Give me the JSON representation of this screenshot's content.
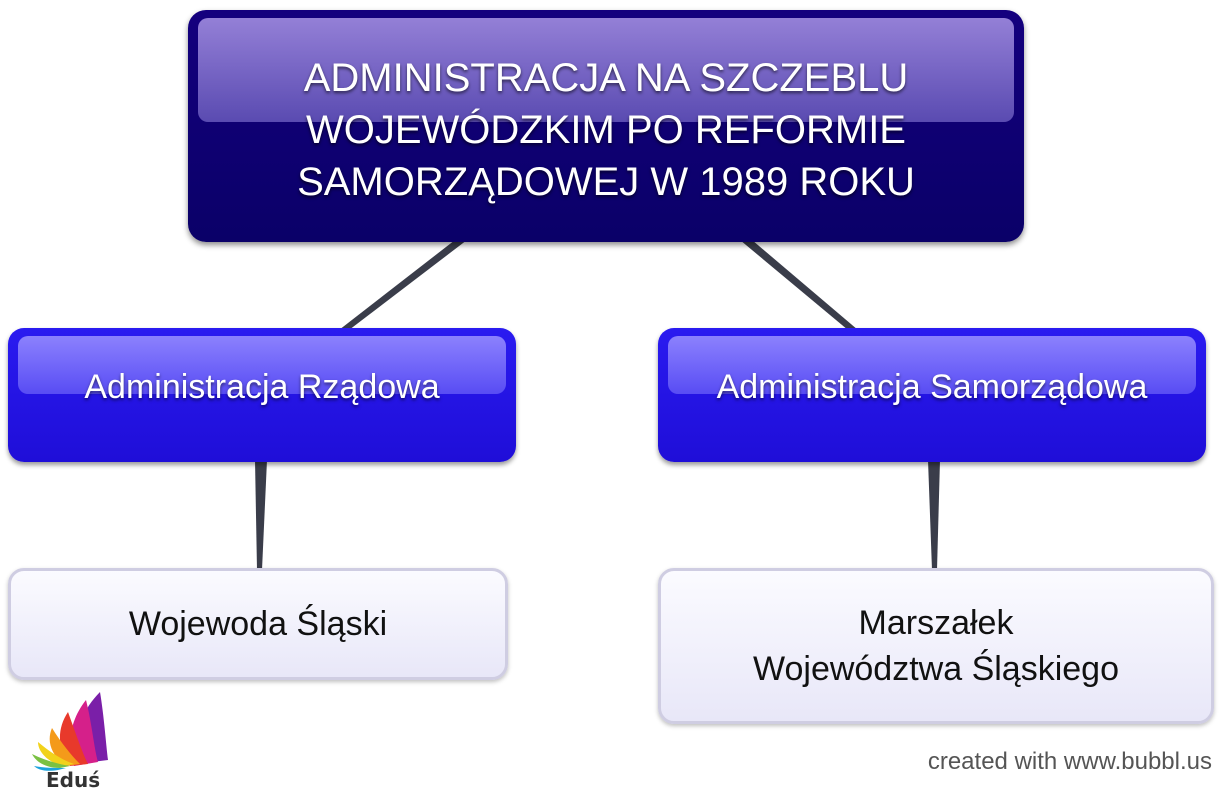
{
  "diagram": {
    "root": {
      "lines": [
        "ADMINISTRACJA NA SZCZEBLU",
        "WOJEWÓDZKIM PO REFORMIE",
        "SAMORZĄDOWEJ W 1989 ROKU"
      ]
    },
    "branches": [
      {
        "label": "Administracja Rządowa",
        "child": {
          "lines": [
            "Wojewoda Śląski"
          ]
        }
      },
      {
        "label": "Administracja Samorządowa",
        "child": {
          "lines": [
            "Marszałek",
            "Województwa Śląskiego"
          ]
        }
      }
    ]
  },
  "footer": {
    "credit": "created with www.bubbl.us",
    "logo_text": "Eduś"
  },
  "colors": {
    "root_bg": "#0a0068",
    "branch_bg": "#2010e0",
    "leaf_bg": "#f2f1fc",
    "connector": "#3a3d4a"
  }
}
